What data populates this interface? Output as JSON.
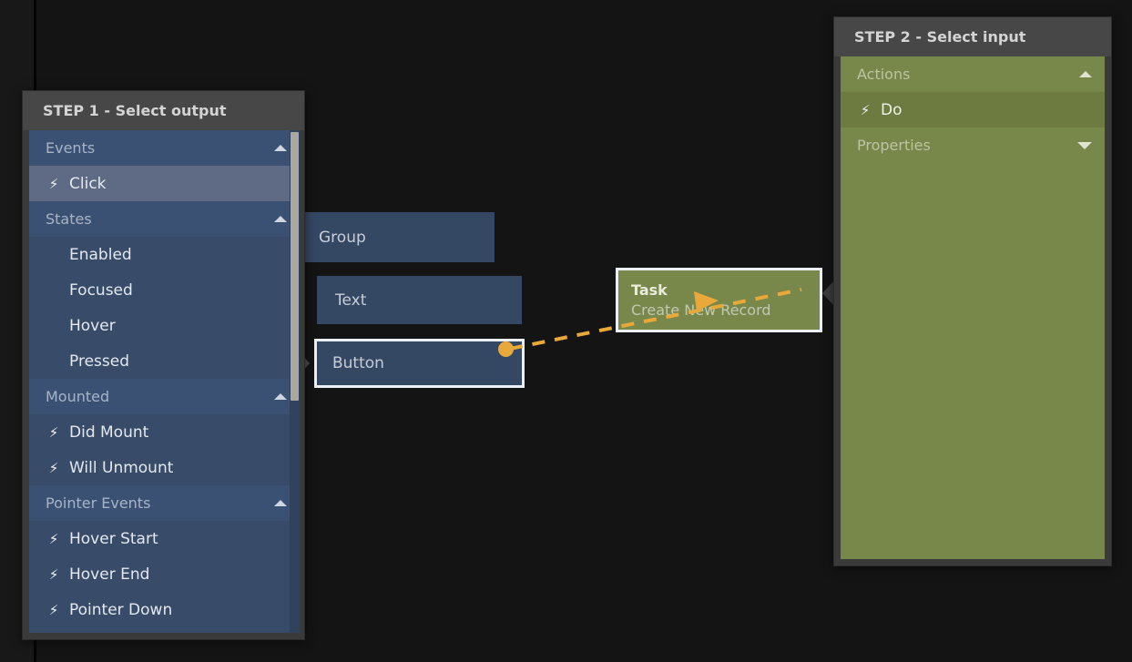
{
  "canvas": {
    "nodes": [
      {
        "id": "group",
        "title": "Group",
        "sub": ""
      },
      {
        "id": "text",
        "title": "Text",
        "sub": ""
      },
      {
        "id": "button",
        "title": "Button",
        "sub": ""
      },
      {
        "id": "task",
        "title": "Task",
        "sub": "Create New Record"
      }
    ],
    "link_color": "#e8a93a"
  },
  "step1": {
    "title": "STEP 1 - Select output",
    "groups": [
      {
        "label": "Events",
        "collapsed": false,
        "items": [
          {
            "label": "Click",
            "icon": "bolt-icon",
            "selected": true
          }
        ]
      },
      {
        "label": "States",
        "collapsed": false,
        "items": [
          {
            "label": "Enabled",
            "icon": "",
            "selected": false
          },
          {
            "label": "Focused",
            "icon": "",
            "selected": false
          },
          {
            "label": "Hover",
            "icon": "",
            "selected": false
          },
          {
            "label": "Pressed",
            "icon": "",
            "selected": false
          }
        ]
      },
      {
        "label": "Mounted",
        "collapsed": false,
        "items": [
          {
            "label": "Did Mount",
            "icon": "bolt-icon",
            "selected": false
          },
          {
            "label": "Will Unmount",
            "icon": "bolt-icon",
            "selected": false
          }
        ]
      },
      {
        "label": "Pointer Events",
        "collapsed": false,
        "items": [
          {
            "label": "Hover Start",
            "icon": "bolt-icon",
            "selected": false
          },
          {
            "label": "Hover End",
            "icon": "bolt-icon",
            "selected": false
          },
          {
            "label": "Pointer Down",
            "icon": "bolt-icon",
            "selected": false
          }
        ]
      }
    ]
  },
  "step2": {
    "title": "STEP 2 - Select input",
    "groups": [
      {
        "label": "Actions",
        "collapsed": false,
        "items": [
          {
            "label": "Do",
            "icon": "bolt-icon",
            "selected": false
          }
        ]
      },
      {
        "label": "Properties",
        "collapsed": true,
        "items": []
      }
    ]
  },
  "colors": {
    "blue_panel": "#384b68",
    "blue_header": "#3a5173",
    "blue_selected": "#5f6b84",
    "green_panel": "#78874a",
    "green_row": "#6d7b41",
    "accent_orange": "#e8a93a",
    "titlebar": "#474747"
  }
}
